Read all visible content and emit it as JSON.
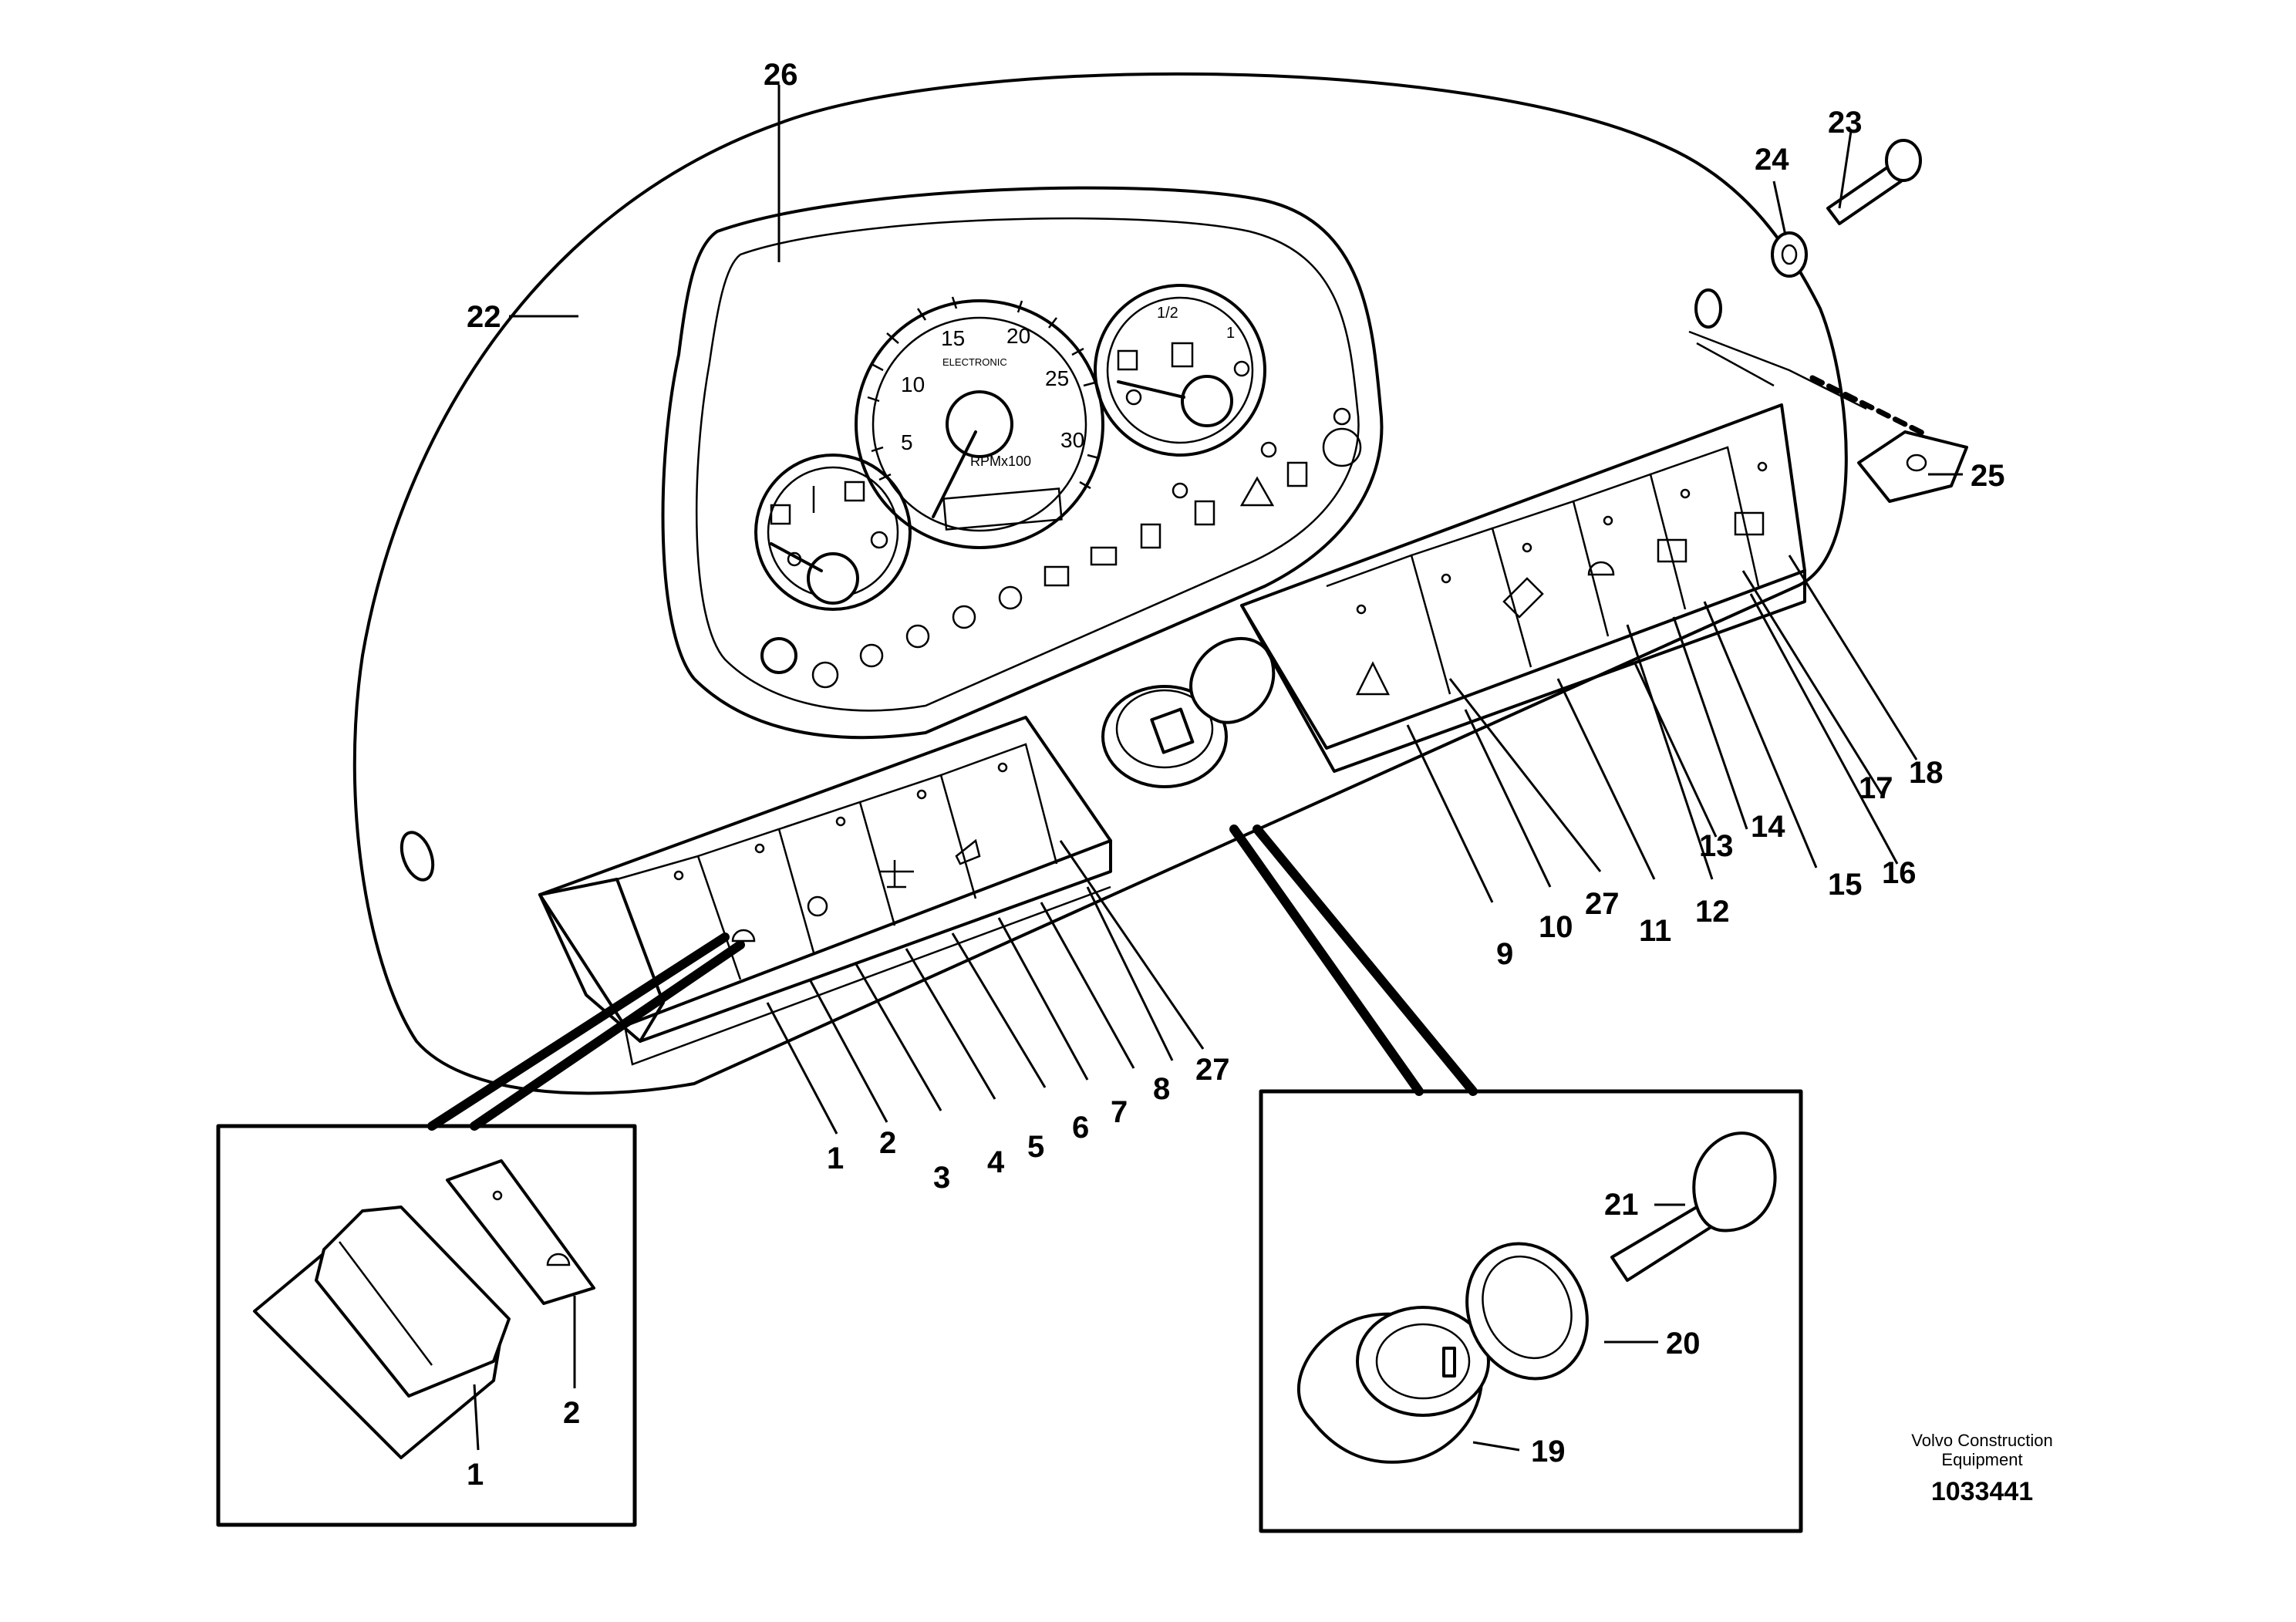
{
  "callouts": [
    "1",
    "2",
    "3",
    "4",
    "5",
    "6",
    "7",
    "8",
    "9",
    "10",
    "11",
    "12",
    "13",
    "14",
    "15",
    "16",
    "17",
    "18",
    "19",
    "20",
    "21",
    "22",
    "23",
    "24",
    "25",
    "26",
    "27"
  ],
  "tachometer": {
    "scale": [
      "5",
      "10",
      "15",
      "20",
      "25",
      "30"
    ],
    "brand": "ELECTRONIC",
    "unit": "RPMx100"
  },
  "fuel_gauge": {
    "scale": [
      "1/2",
      "1"
    ]
  },
  "footer": {
    "company": "Volvo Construction",
    "company_line2": "Equipment",
    "drawing_number": "1033441"
  }
}
